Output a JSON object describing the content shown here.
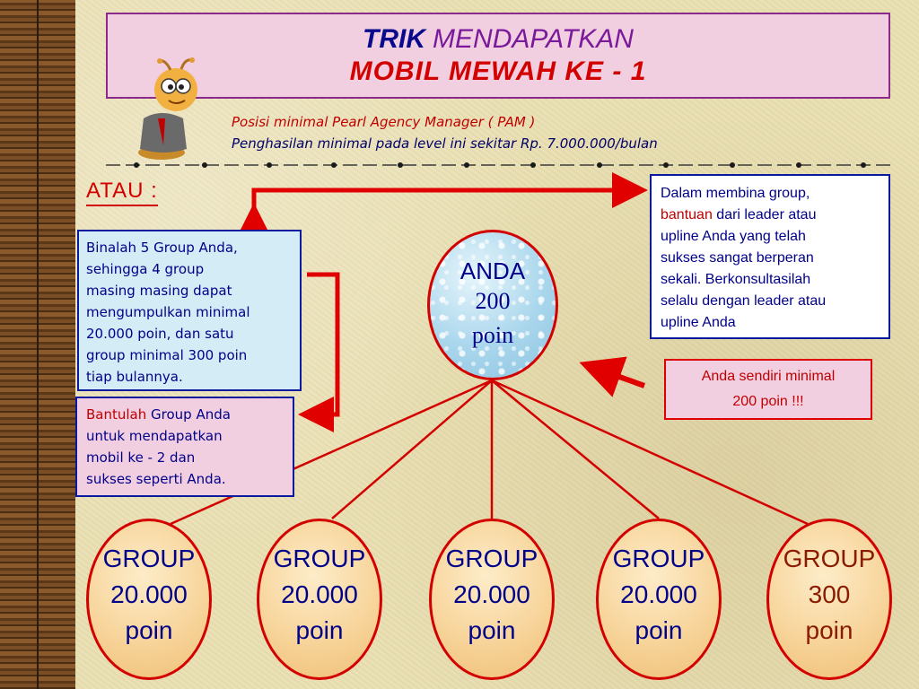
{
  "title": {
    "word1": "TRIK",
    "word2": "MENDAPATKAN",
    "line2": "MOBIL MEWAH KE - 1"
  },
  "info": {
    "line1": "Posisi minimal Pearl Agency Manager ( PAM )",
    "line2": "Penghasilan minimal pada level ini sekitar Rp. 7.000.000/bulan"
  },
  "atau": "ATAU :",
  "left_box": {
    "lines": [
      "Binalah 5 Group Anda,",
      "sehingga 4 group",
      "masing masing dapat",
      "mengumpulkan minimal",
      "20.000 poin, dan satu",
      "group minimal 300 poin",
      "tiap bulannya."
    ]
  },
  "help_box": {
    "highlight": "Bantulah",
    "line1_rest": " Group Anda",
    "line2": "untuk mendapatkan",
    "line3": "mobil ke - 2  dan",
    "line4": "sukses seperti Anda."
  },
  "right_box": {
    "line1": "Dalam membina group,",
    "highlight": "bantuan",
    "line2_rest": " dari leader atau",
    "line3": "upline Anda yang telah",
    "line4": "sukses sangat berperan",
    "line5": "sekali. Berkonsultasilah",
    "line6": "selalu dengan leader atau",
    "line7": "upline Anda"
  },
  "min_box": {
    "line1": "Anda sendiri minimal",
    "line2": "200 poin !!!"
  },
  "center": {
    "label": "ANDA",
    "value": "200",
    "unit": "poin"
  },
  "groups": [
    {
      "label": "GROUP",
      "value": "20.000",
      "unit": "poin"
    },
    {
      "label": "GROUP",
      "value": "20.000",
      "unit": "poin"
    },
    {
      "label": "GROUP",
      "value": "20.000",
      "unit": "poin"
    },
    {
      "label": "GROUP",
      "value": "20.000",
      "unit": "poin"
    },
    {
      "label": "GROUP",
      "value": "300",
      "unit": "poin"
    }
  ],
  "colors": {
    "title_blue": "#0a0a8c",
    "accent_red": "#d30000",
    "box_border_blue": "#0a1aa0",
    "text_navy": "#00008a"
  }
}
